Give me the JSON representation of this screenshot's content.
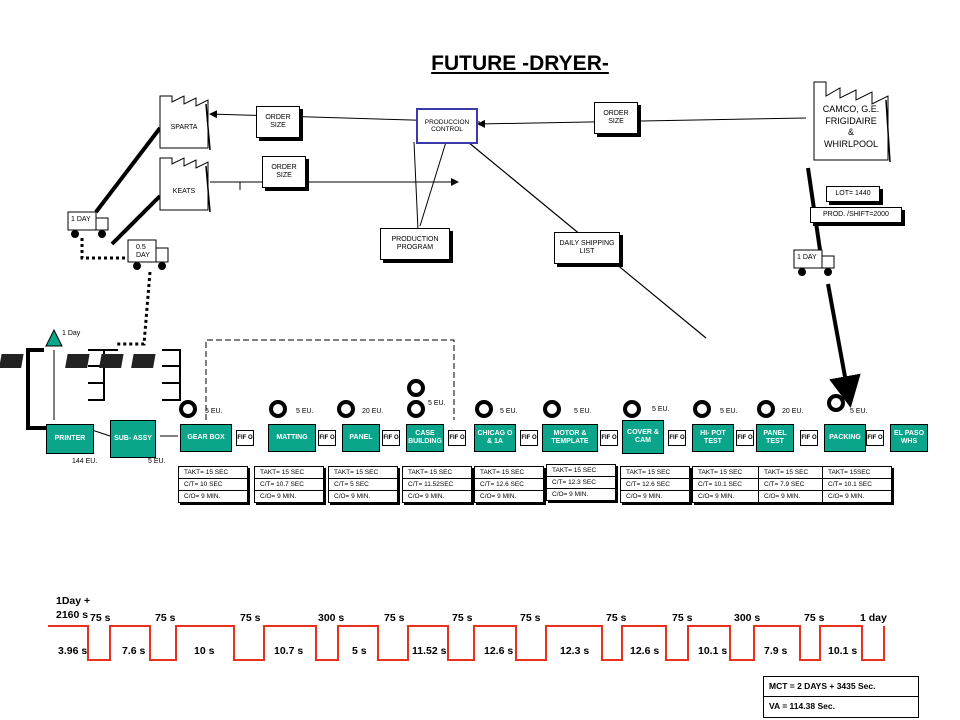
{
  "title": "FUTURE -DRYER-",
  "customers": {
    "sparta": "SPARTA",
    "keats": "KEATS",
    "customer_main": [
      "CAMCO, G.E.",
      "FRIGIDAIRE",
      "&",
      "WHIRLPOOL"
    ]
  },
  "info_boxes": {
    "order_size_1": "ORDER SIZE",
    "order_size_2": "ORDER SIZE",
    "order_size_3": "ORDER SIZE",
    "production_control": "PRODUCCION CONTROL",
    "production_program": "PRODUCTION PROGRAM",
    "daily_shipping_list": "DAILY SHIPPING LIST",
    "lot": "LOT= 1440",
    "prod_shift": "PROD. /SHIFT=2000"
  },
  "transport": {
    "truck_sparta": "1 DAY",
    "truck_keats": "0.5 DAY",
    "truck_customer": "1 DAY",
    "supply_day": "1 Day"
  },
  "fifo_label": "FIF O",
  "supplier_processes": [
    {
      "name": "PRINTER",
      "inventory": "144 EU."
    },
    {
      "name": "SUB- ASSY",
      "inventory": "5 EU."
    }
  ],
  "processes": [
    {
      "name": "GEAR BOX",
      "inventory": "5 EU.",
      "takt": "TAKT= 15 SEC",
      "ct": "C/T= 10 SEC",
      "co": "C/O= 9 MIN."
    },
    {
      "name": "MATTING",
      "inventory": "5 EU.",
      "takt": "TAKT= 15 SEC",
      "ct": "C/T= 10.7 SEC",
      "co": "C/O= 9 MIN."
    },
    {
      "name": "PANEL",
      "inventory": "20 EU.",
      "takt": "TAKT= 15 SEC",
      "ct": "C/T= 5 SEC",
      "co": "C/O= 9 MIN."
    },
    {
      "name": "CASE BUILDING",
      "inventory": "5 EU.",
      "takt": "TAKT= 15 SEC",
      "ct": "C/T= 11.52SEC",
      "co": "C/O= 9 MIN."
    },
    {
      "name": "CHICAG O & 1A",
      "inventory": "5 EU.",
      "takt": "TAKT= 15 SEC",
      "ct": "C/T= 12.6 SEC",
      "co": "C/O= 9 MIN."
    },
    {
      "name": "MOTOR & TEMPLATE",
      "inventory": "5 EU.",
      "takt": "TAKT= 15 SEC",
      "ct": "C/T= 12.3 SEC",
      "co": "C/O= 9 MIN."
    },
    {
      "name": "COVER & CAM",
      "inventory": "5 EU.",
      "takt": "TAKT= 15 SEC",
      "ct": "C/T= 12.6 SEC",
      "co": "C/O= 9 MIN."
    },
    {
      "name": "HI- POT TEST",
      "inventory": "5 EU.",
      "takt": "TAKT= 15 SEC",
      "ct": "C/T= 10.1 SEC",
      "co": "C/O= 9 MIN."
    },
    {
      "name": "PANEL TEST",
      "inventory": "20 EU.",
      "takt": "TAKT= 15 SEC",
      "ct": "C/T= 7.9 SEC",
      "co": "C/O= 9 MIN."
    },
    {
      "name": "PACKING",
      "inventory": "5 EU.",
      "takt": "TAKT= 15SEC",
      "ct": "C/T= 10.1 SEC",
      "co": "C/O= 9 MIN."
    },
    {
      "name": "EL PASO WHS",
      "inventory": "",
      "takt": "",
      "ct": "",
      "co": ""
    }
  ],
  "timeline": {
    "first_wait": "1Day + 2160 s",
    "waits": [
      "75 s",
      "75 s",
      "75 s",
      "300 s",
      "75 s",
      "75 s",
      "75 s",
      "75 s",
      "75 s",
      "300 s",
      "75 s",
      "1 day"
    ],
    "process_times": [
      "3.96 s",
      "7.6 s",
      "10 s",
      "10.7 s",
      "5 s",
      "11.52 s",
      "12.6 s",
      "12.3 s",
      "12.6 s",
      "10.1 s",
      "7.9 s",
      "10.1 s"
    ]
  },
  "summary": {
    "mct": "MCT = 2 DAYS  +  3435 Sec.",
    "va": "VA  =  114.38 Sec."
  },
  "colors": {
    "process": "#0aa58a",
    "timeline": "#e8321e",
    "production_control_border": "#3a3aa8"
  }
}
